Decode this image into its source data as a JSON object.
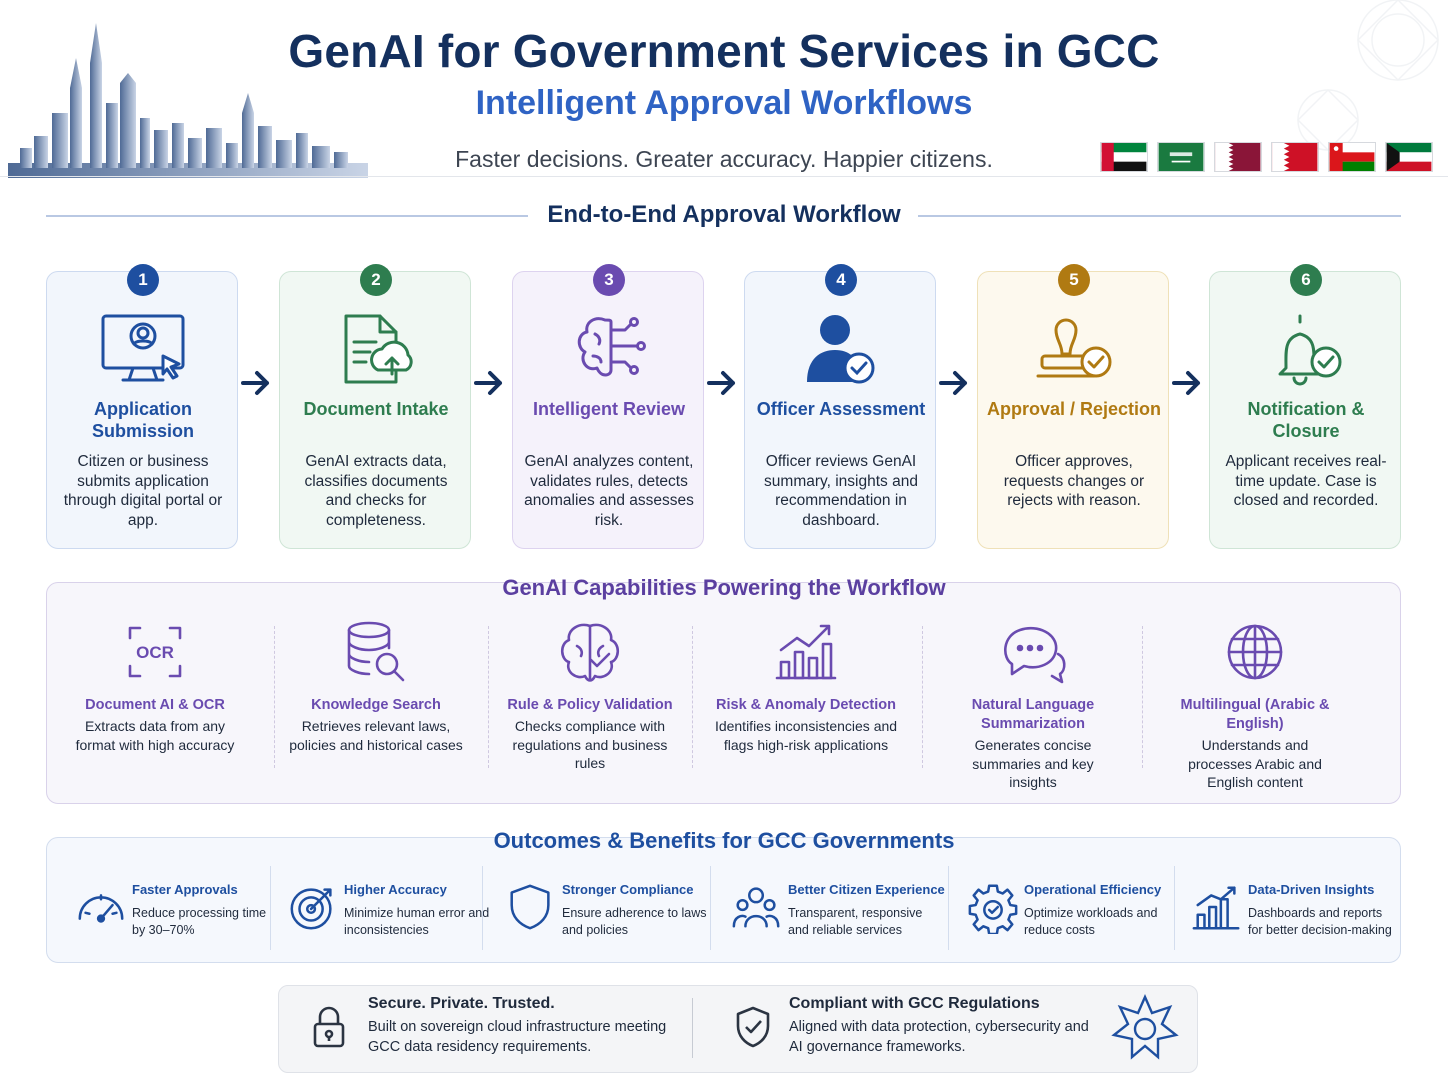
{
  "header": {
    "title": "GenAI for Government Services in GCC",
    "subtitle": "Intelligent Approval Workflows",
    "tagline": "Faster decisions. Greater accuracy. Happier citizens.",
    "flags": [
      "uae-flag",
      "saudi-flag",
      "qatar-flag",
      "bahrain-flag",
      "oman-flag",
      "kuwait-flag"
    ]
  },
  "workflow": {
    "title": "End-to-End Approval Workflow",
    "steps": [
      {
        "number": "1",
        "title": "Application Submission",
        "desc": "Citizen or business submits application through digital portal or app.",
        "color": "#1e4fa0",
        "bg": "#f2f6fc",
        "border": "#cddaf0",
        "icon": "computer-user-icon"
      },
      {
        "number": "2",
        "title": "Document Intake",
        "desc": "GenAI extracts data, classifies documents and checks for completeness.",
        "color": "#2e7d4f",
        "bg": "#f1f8f3",
        "border": "#cfe5d6",
        "icon": "document-upload-icon"
      },
      {
        "number": "3",
        "title": "Intelligent Review",
        "desc": "GenAI analyzes content, validates rules, detects anomalies and assesses risk.",
        "color": "#6a4bb0",
        "bg": "#f5f2fb",
        "border": "#ddd3ef",
        "icon": "ai-brain-icon"
      },
      {
        "number": "4",
        "title": "Officer Assessment",
        "desc": "Officer reviews GenAI summary, insights and recommendation in dashboard.",
        "color": "#1e4fa0",
        "bg": "#f2f6fc",
        "border": "#cddaf0",
        "icon": "officer-check-icon"
      },
      {
        "number": "5",
        "title": "Approval / Rejection",
        "desc": "Officer approves, requests changes or rejects with reason.",
        "color": "#b07a12",
        "bg": "#fdf9ee",
        "border": "#efe1b8",
        "icon": "stamp-approve-icon"
      },
      {
        "number": "6",
        "title": "Notification & Closure",
        "desc": "Applicant receives real-time update. Case is closed and recorded.",
        "color": "#2e7d4f",
        "bg": "#f1f8f3",
        "border": "#cfe5d6",
        "icon": "bell-check-icon"
      }
    ]
  },
  "capabilities": {
    "title": "GenAI Capabilities Powering the Workflow",
    "items": [
      {
        "title": "Document AI & OCR",
        "desc": "Extracts data from any format with high accuracy",
        "icon": "ocr-icon",
        "ocr_label": "OCR"
      },
      {
        "title": "Knowledge Search",
        "desc": "Retrieves relevant laws, policies and historical cases",
        "icon": "database-search-icon"
      },
      {
        "title": "Rule & Policy Validation",
        "desc": "Checks compliance with regulations and business rules",
        "icon": "brain-check-icon"
      },
      {
        "title": "Risk & Anomaly Detection",
        "desc": "Identifies inconsistencies and flags high-risk applications",
        "icon": "chart-trend-icon"
      },
      {
        "title": "Natural Language Summarization",
        "desc": "Generates concise summaries and key insights",
        "icon": "chat-bubbles-icon"
      },
      {
        "title": "Multilingual (Arabic & English)",
        "desc": "Understands and processes Arabic and English content",
        "icon": "globe-icon"
      }
    ]
  },
  "outcomes": {
    "title": "Outcomes & Benefits for GCC Governments",
    "items": [
      {
        "title": "Faster Approvals",
        "desc": "Reduce processing time by 30–70%",
        "icon": "speedometer-icon"
      },
      {
        "title": "Higher Accuracy",
        "desc": "Minimize human error and inconsistencies",
        "icon": "target-icon"
      },
      {
        "title": "Stronger Compliance",
        "desc": "Ensure adherence to laws and policies",
        "icon": "shield-icon"
      },
      {
        "title": "Better Citizen Experience",
        "desc": "Transparent, responsive and reliable services",
        "icon": "people-icon"
      },
      {
        "title": "Operational Efficiency",
        "desc": "Optimize workloads and reduce costs",
        "icon": "gear-icon"
      },
      {
        "title": "Data-Driven Insights",
        "desc": "Dashboards and reports for better decision-making",
        "icon": "bar-chart-icon"
      }
    ]
  },
  "footer": {
    "left_title": "Secure. Private. Trusted.",
    "left_desc": "Built on sovereign cloud infrastructure meeting GCC data residency requirements.",
    "right_title": "Compliant with GCC Regulations",
    "right_desc": "Aligned with data protection, cybersecurity and AI governance frameworks."
  }
}
